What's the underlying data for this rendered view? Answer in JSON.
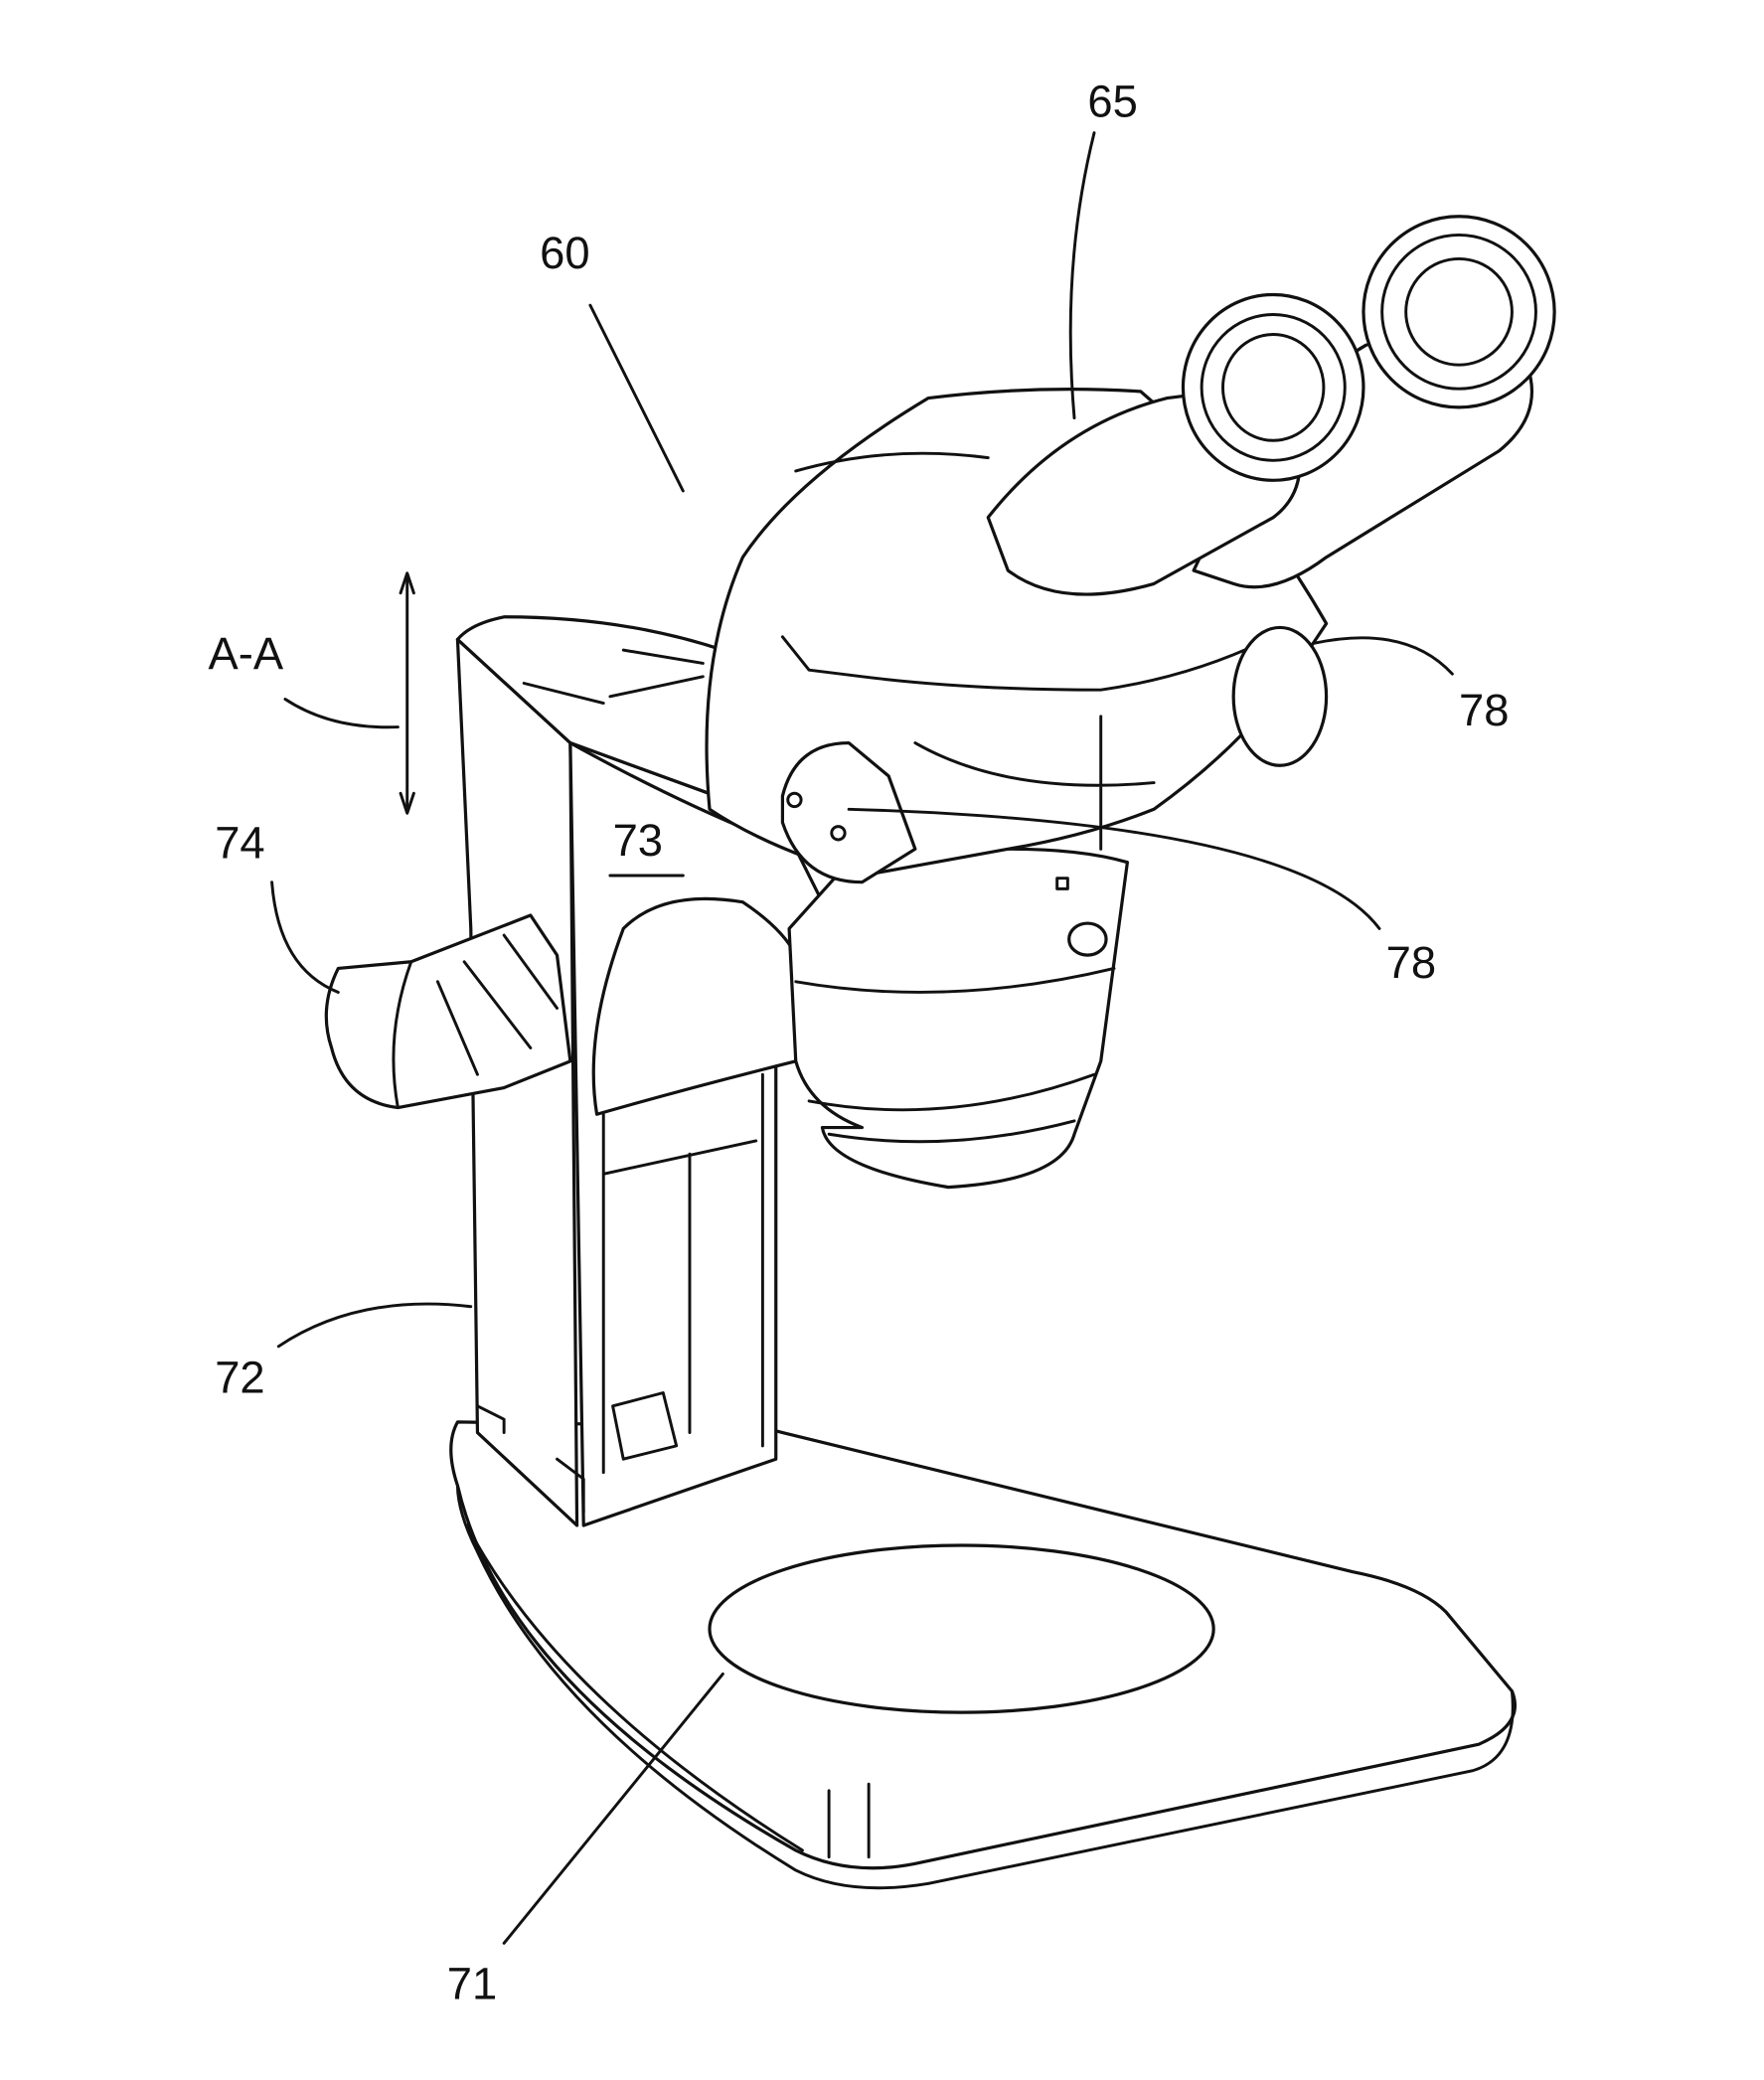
{
  "figure": {
    "labels": {
      "eyepieces": "65",
      "microscope": "60",
      "section": "A-A",
      "knob_right": "78",
      "knob_left": "78",
      "carrier": "73",
      "focus_knob": "74",
      "column": "72",
      "base": "71"
    }
  }
}
